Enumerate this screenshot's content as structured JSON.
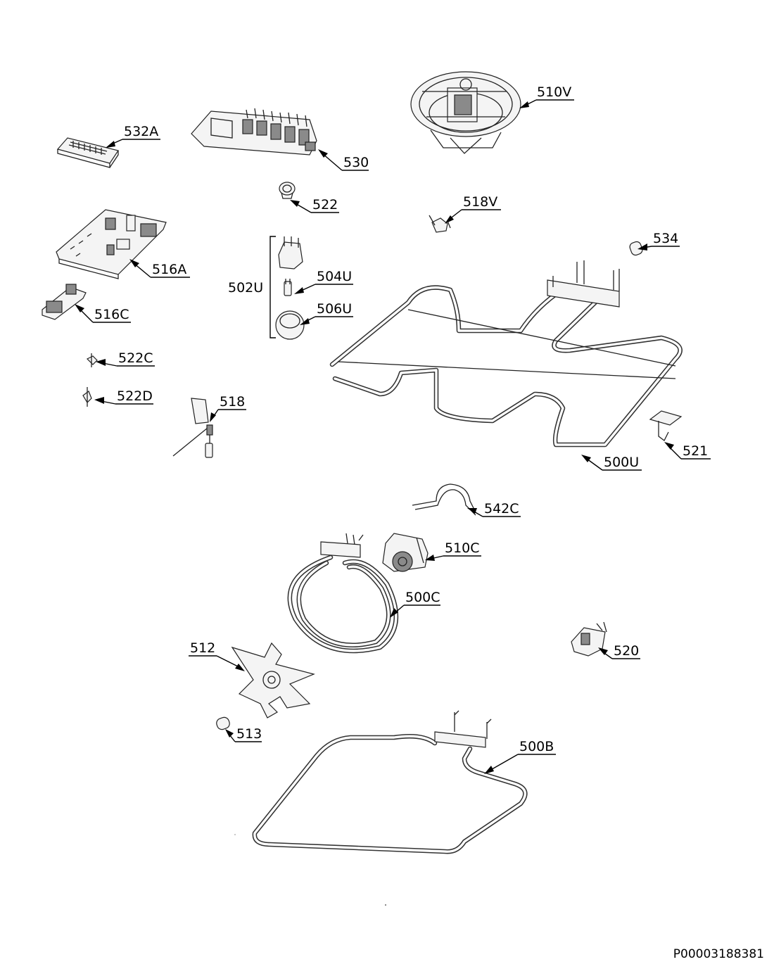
{
  "document_id": "P00003188381",
  "labels": {
    "p510V": "510V",
    "p532A": "532A",
    "p530": "530",
    "p522": "522",
    "p518V": "518V",
    "p534": "534",
    "p516A": "516A",
    "p502U": "502U",
    "p504U": "504U",
    "p506U": "506U",
    "p516C": "516C",
    "p522C": "522C",
    "p522D": "522D",
    "p518": "518",
    "p521": "521",
    "p500U": "500U",
    "p542C": "542C",
    "p510C": "510C",
    "p500C": "500C",
    "p512": "512",
    "p520": "520",
    "p513": "513",
    "p500B": "500B"
  }
}
